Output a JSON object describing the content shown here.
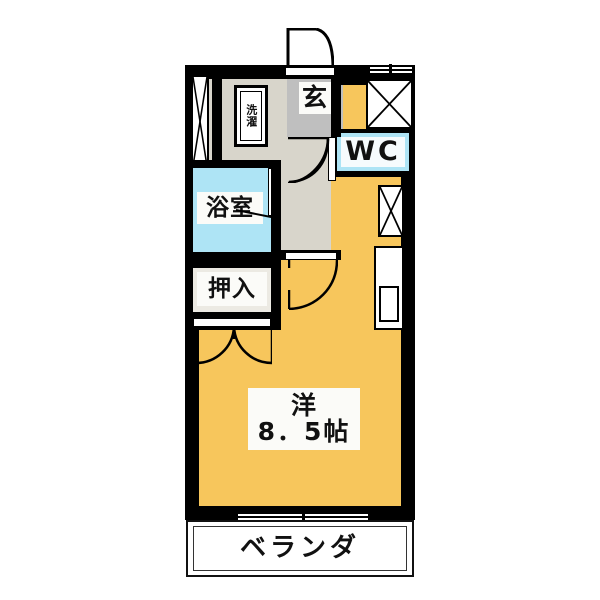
{
  "plan": {
    "title": "間取り図",
    "type": "1R floor plan"
  },
  "colors": {
    "room": "#f7c65c",
    "hall": "#d8d5cb",
    "genkan": "#bfbfbf",
    "water": "#aee4f5",
    "closet": "#eceae3",
    "wall": "#000000",
    "background": "#ffffff"
  },
  "rooms": [
    {
      "key": "genkan",
      "label": "玄",
      "meaning": "entrance"
    },
    {
      "key": "washer",
      "label": "洗濯",
      "meaning": "laundry / washing machine"
    },
    {
      "key": "wc",
      "label": "WC",
      "meaning": "toilet"
    },
    {
      "key": "bath",
      "label": "浴室",
      "meaning": "bathroom"
    },
    {
      "key": "closet",
      "label": "押入",
      "meaning": "closet"
    },
    {
      "key": "main",
      "label_line1": "洋",
      "label_line2": "8．5帖",
      "meaning": "western room 8.5 tatami"
    },
    {
      "key": "veranda",
      "label": "ベランダ",
      "meaning": "balcony"
    }
  ],
  "labels": {
    "genkan": "玄",
    "washer": "洗濯",
    "wc": "WC",
    "bath": "浴室",
    "closet": "押入",
    "room_line1": "洋",
    "room_line2": "8．5帖",
    "veranda": "ベランダ"
  },
  "fixtures": [
    {
      "name": "kitchen-counter",
      "count": 1
    },
    {
      "name": "kitchen-sink",
      "count": 1
    },
    {
      "name": "washing-machine-pan",
      "count": 1
    },
    {
      "name": "entrance-door",
      "count": 1
    },
    {
      "name": "hallway-door",
      "count": 1
    },
    {
      "name": "room-door",
      "count": 1
    },
    {
      "name": "closet-double-door",
      "count": 1
    },
    {
      "name": "balcony-sliding-door",
      "count": 1
    },
    {
      "name": "window",
      "count": 4
    }
  ]
}
